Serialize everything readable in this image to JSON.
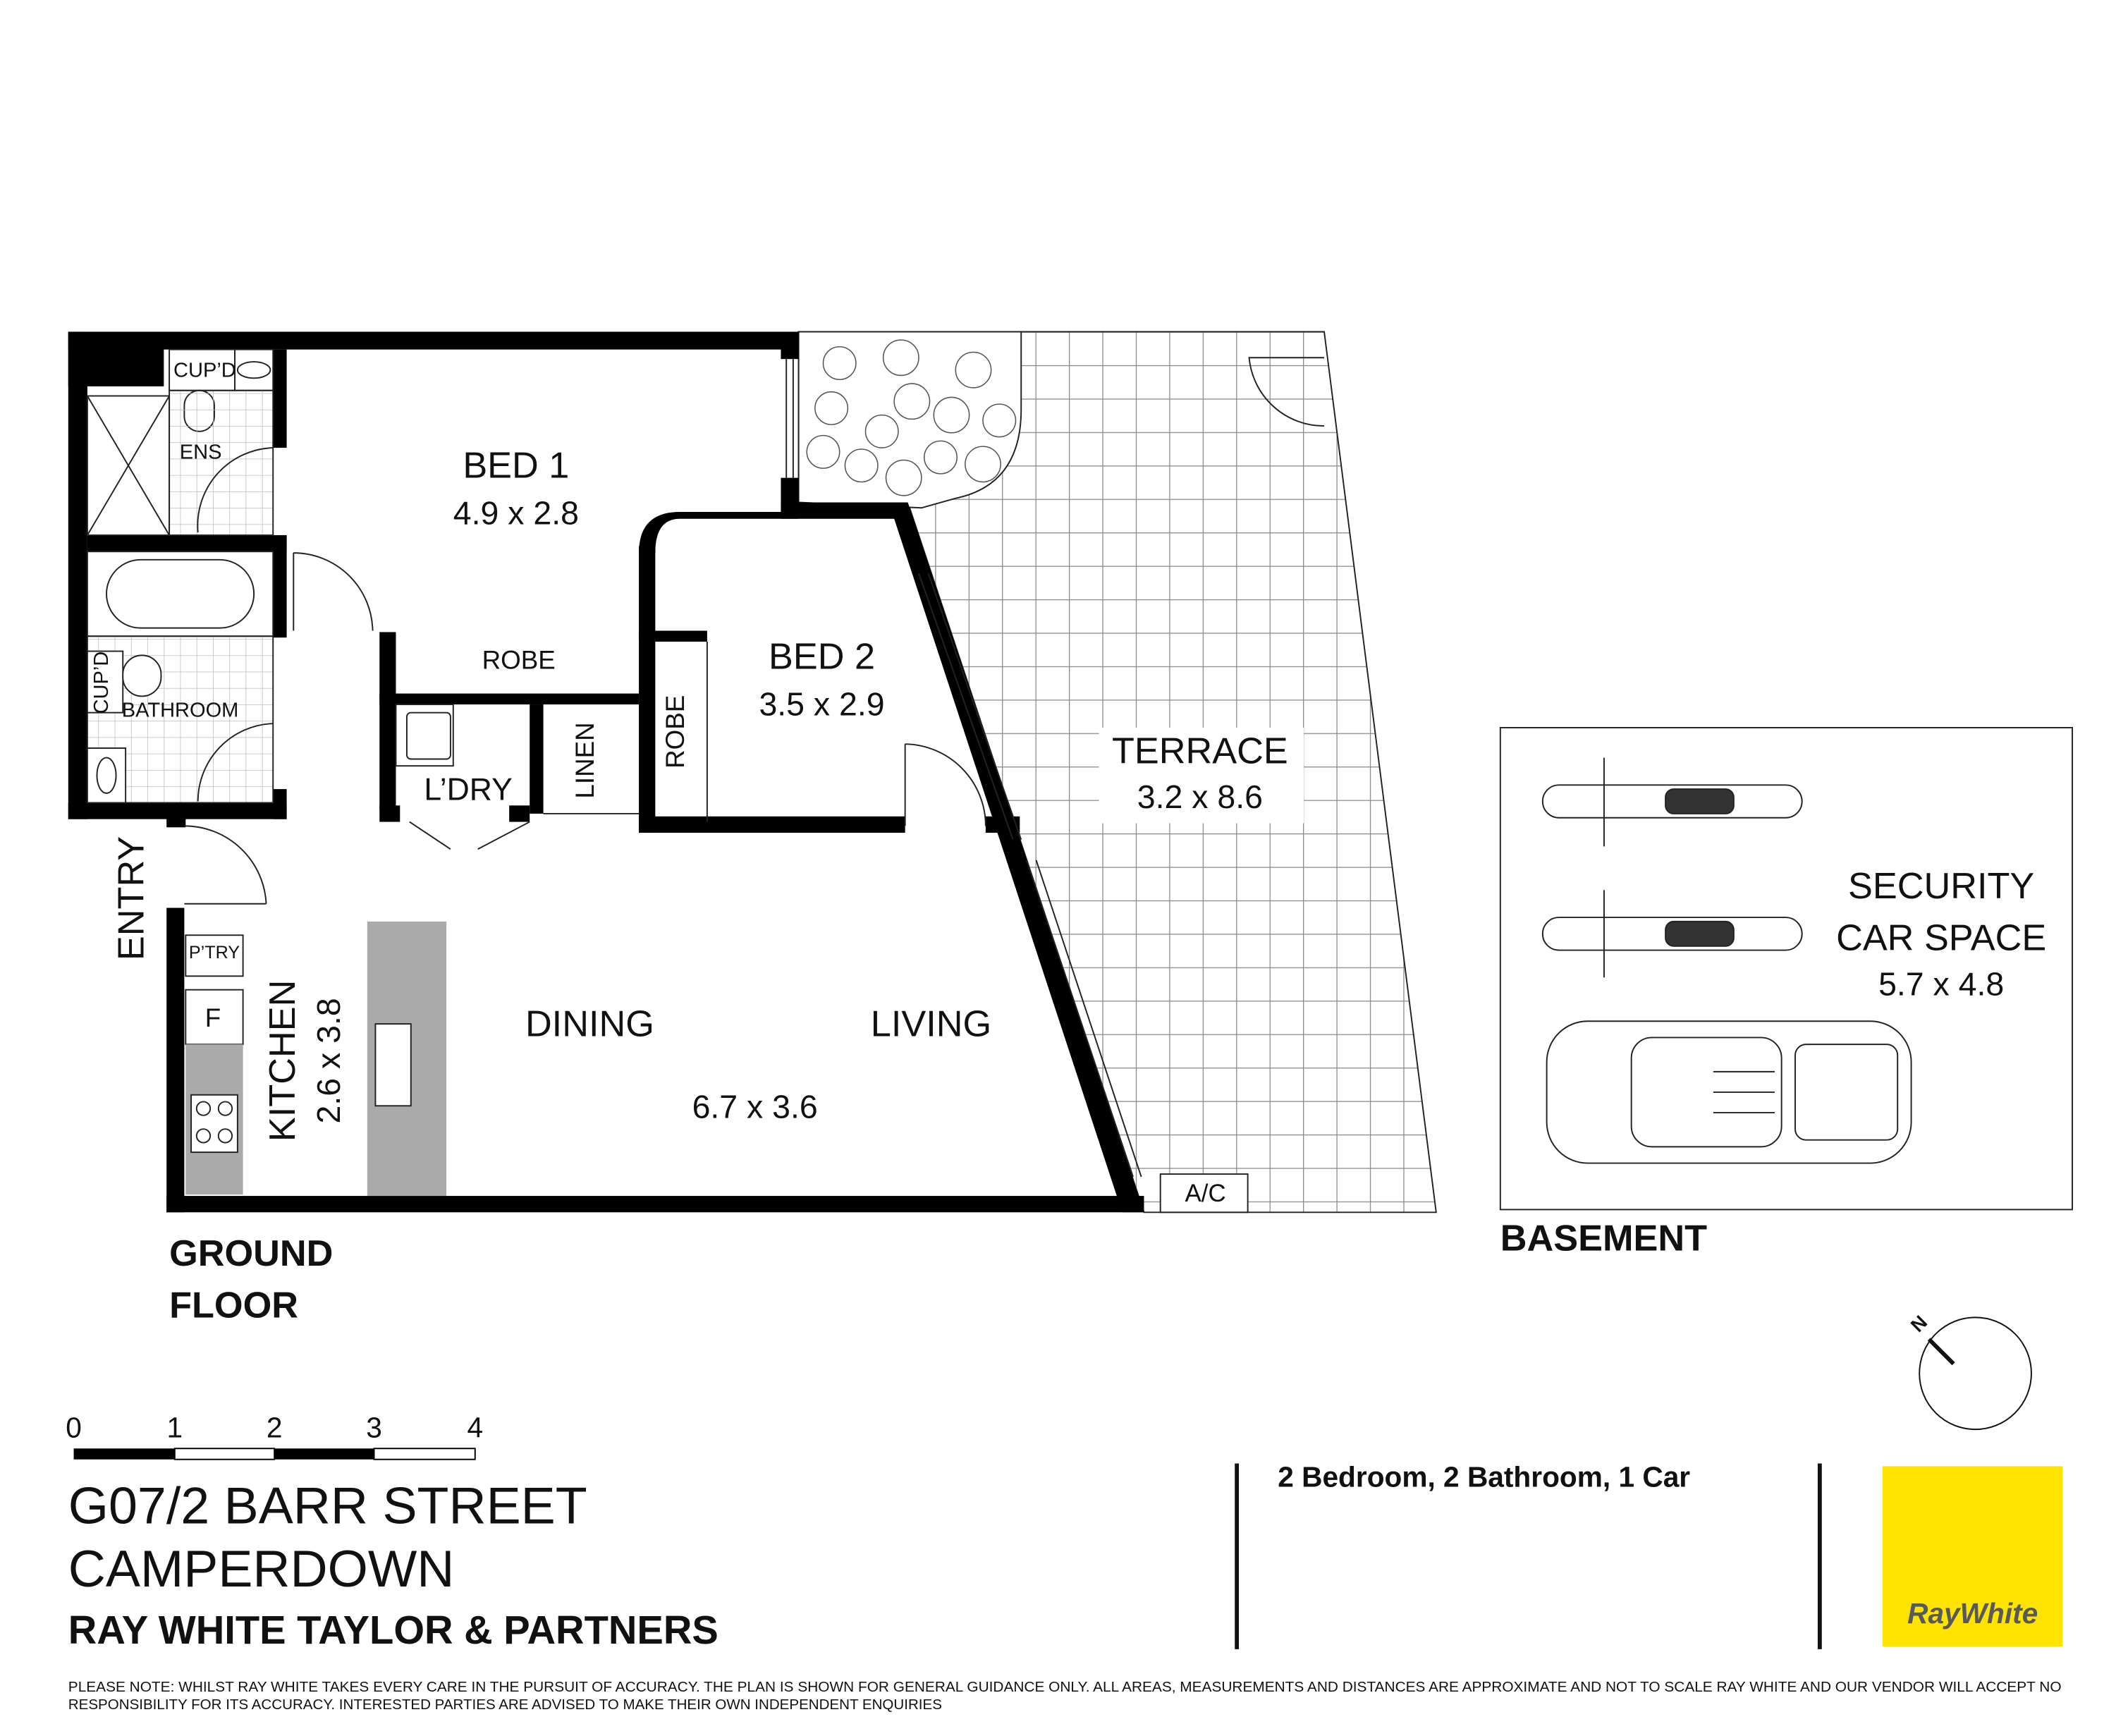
{
  "plan": {
    "rooms": {
      "ens_cupd": "CUP’D",
      "ens": "ENS",
      "bed1": {
        "name": "BED 1",
        "size": "4.9 x 2.8"
      },
      "bed1_robe": "ROBE",
      "bed2": {
        "name": "BED 2",
        "size": "3.5 x 2.9"
      },
      "bed2_robe": "ROBE",
      "linen": "LINEN",
      "laundry": "L’DRY",
      "bath_cupd": "CUP’D",
      "bathroom": "BATHROOM",
      "terrace": {
        "name": "TERRACE",
        "size": "3.2 x 8.6"
      },
      "entry": "ENTRY",
      "pantry": "P’TRY",
      "fridge": "F",
      "kitchen": {
        "name": "KITCHEN",
        "size": "2.6 x 3.8"
      },
      "dining": "DINING",
      "living": "LIVING",
      "living_size": "6.7 x 3.6",
      "ac": "A/C"
    },
    "level_label": [
      "GROUND",
      "FLOOR"
    ],
    "basement": {
      "title": "BASEMENT",
      "space_lines": [
        "SECURITY",
        "CAR SPACE"
      ],
      "space_size": "5.7 x 4.8"
    },
    "compass_label": "N",
    "scale_ticks": [
      "0",
      "1",
      "2",
      "3",
      "4"
    ]
  },
  "footer": {
    "address_line1": "G07/2 BARR STREET",
    "address_line2": "CAMPERDOWN",
    "agency": "RAY WHITE TAYLOR & PARTNERS",
    "summary": "2 Bedroom, 2 Bathroom, 1 Car",
    "logo_text": "RayWhite",
    "logo_color": "#FFE400",
    "logo_text_color": "#58595B",
    "disclaimer_line1": "PLEASE NOTE: WHILST RAY WHITE TAKES EVERY CARE IN THE PURSUIT OF ACCURACY. THE PLAN IS SHOWN FOR GENERAL GUIDANCE ONLY. ALL AREAS, MEASUREMENTS AND DISTANCES ARE APPROXIMATE AND NOT TO SCALE RAY WHITE AND OUR VENDOR WILL ACCEPT NO",
    "disclaimer_line2": "RESPONSIBILITY FOR ITS ACCURACY. INTERESTED PARTIES ARE ADVISED TO MAKE THEIR OWN INDEPENDENT ENQUIRIES"
  }
}
